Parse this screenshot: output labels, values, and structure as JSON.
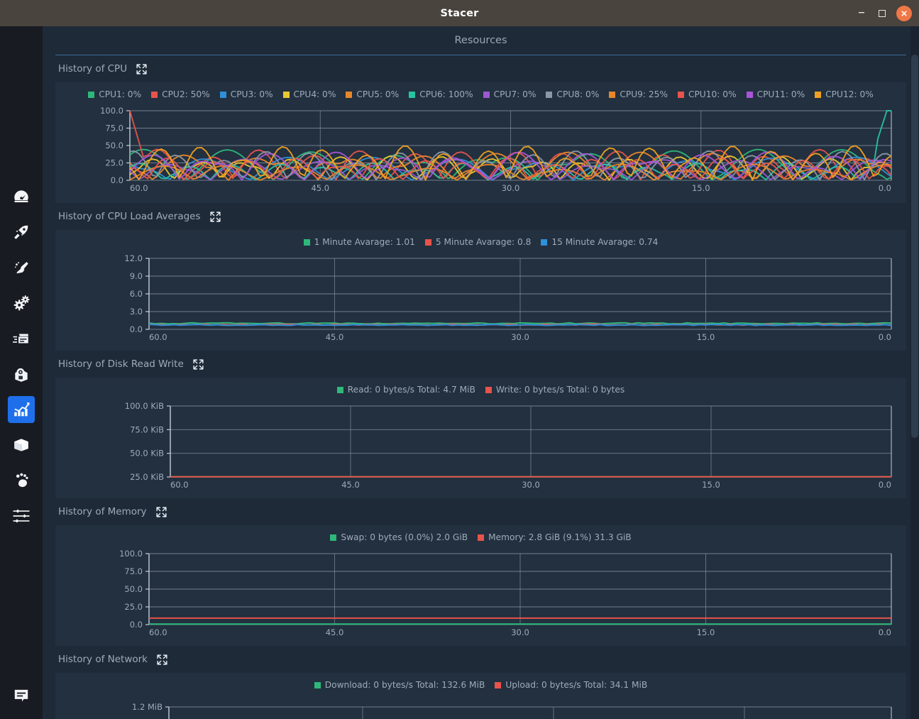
{
  "window": {
    "title": "Stacer",
    "minimize_label": "_",
    "maximize_label": "",
    "close_label": "✕"
  },
  "page": {
    "title": "Resources"
  },
  "sidebar": {
    "items": [
      {
        "name": "dashboard",
        "icon": "gauge-icon",
        "active": false
      },
      {
        "name": "startup-apps",
        "icon": "rocket-icon",
        "active": false
      },
      {
        "name": "system-cleaner",
        "icon": "broom-icon",
        "active": false
      },
      {
        "name": "services",
        "icon": "gears-icon",
        "active": false
      },
      {
        "name": "processes",
        "icon": "cards-icon",
        "active": false
      },
      {
        "name": "uninstaller",
        "icon": "disk-box-icon",
        "active": false
      },
      {
        "name": "resources",
        "icon": "bar-chart-icon",
        "active": true
      },
      {
        "name": "packages",
        "icon": "package-box-icon",
        "active": false
      },
      {
        "name": "gnome-settings",
        "icon": "gnome-foot-icon",
        "active": false
      },
      {
        "name": "helpers",
        "icon": "sliders-icon",
        "active": false
      }
    ],
    "bottom_item": {
      "name": "feedback",
      "icon": "message-icon"
    }
  },
  "colors": {
    "background": "#1e2a38",
    "panel": "#22303f",
    "sidebar": "#181c22",
    "titlebar": "#4a443f",
    "accent": "#1f6feb",
    "close": "#f07746",
    "text_muted": "#9fabb9",
    "grid": "#8a98a8",
    "green": "#2eb87a",
    "red": "#e8534b",
    "blue": "#2f8fd8",
    "yellow": "#e8c832",
    "orange": "#e8862b",
    "teal": "#27c4a0",
    "purple": "#9b59d0",
    "slate": "#8a98a8",
    "violet": "#a855d8",
    "amber": "#f0a020"
  },
  "sections": [
    {
      "id": "cpu",
      "title": "History of CPU",
      "expand_icon": "expand-icon",
      "chart_data": {
        "type": "line",
        "title": "History of CPU",
        "xlabel": "",
        "ylabel": "",
        "x_ticks": [
          "60.0",
          "45.0",
          "30.0",
          "15.0",
          "0.0"
        ],
        "y_ticks": [
          "100.0",
          "75.0",
          "50.0",
          "25.0",
          "0.0"
        ],
        "ylim": [
          0,
          100
        ],
        "xlim": [
          60,
          0
        ],
        "grid": true,
        "legend_position": "top-center",
        "series": [
          {
            "name": "CPU1",
            "label": "CPU1: 0%",
            "value": 0,
            "color": "#2eb87a"
          },
          {
            "name": "CPU2",
            "label": "CPU2: 50%",
            "value": 50,
            "color": "#e8534b"
          },
          {
            "name": "CPU3",
            "label": "CPU3: 0%",
            "value": 0,
            "color": "#2f8fd8"
          },
          {
            "name": "CPU4",
            "label": "CPU4: 0%",
            "value": 0,
            "color": "#e8c832"
          },
          {
            "name": "CPU5",
            "label": "CPU5: 0%",
            "value": 0,
            "color": "#e8862b"
          },
          {
            "name": "CPU6",
            "label": "CPU6: 100%",
            "value": 100,
            "color": "#27c4a0"
          },
          {
            "name": "CPU7",
            "label": "CPU7: 0%",
            "value": 0,
            "color": "#9b59d0"
          },
          {
            "name": "CPU8",
            "label": "CPU8: 0%",
            "value": 0,
            "color": "#8a98a8"
          },
          {
            "name": "CPU9",
            "label": "CPU9: 25%",
            "value": 25,
            "color": "#e8862b"
          },
          {
            "name": "CPU10",
            "label": "CPU10: 0%",
            "value": 0,
            "color": "#e8534b"
          },
          {
            "name": "CPU11",
            "label": "CPU11: 0%",
            "value": 0,
            "color": "#a855d8"
          },
          {
            "name": "CPU12",
            "label": "CPU12: 0%",
            "value": 0,
            "color": "#f0a020"
          }
        ]
      }
    },
    {
      "id": "load",
      "title": "History of CPU Load Averages",
      "expand_icon": "expand-icon",
      "chart_data": {
        "type": "line",
        "title": "History of CPU Load Averages",
        "x_ticks": [
          "60.0",
          "45.0",
          "30.0",
          "15.0",
          "0.0"
        ],
        "y_ticks": [
          "12.0",
          "9.0",
          "6.0",
          "3.0",
          "0.0"
        ],
        "ylim": [
          0,
          12
        ],
        "xlim": [
          60,
          0
        ],
        "grid": true,
        "legend_position": "top-center",
        "series": [
          {
            "name": "1 Minute Avarage",
            "label": "1 Minute Avarage: 1.01",
            "value": 1.01,
            "color": "#2eb87a"
          },
          {
            "name": "5 Minute Avarage",
            "label": "5 Minute Avarage: 0.8",
            "value": 0.8,
            "color": "#e8534b"
          },
          {
            "name": "15 Minute Avarage",
            "label": "15 Minute Avarage: 0.74",
            "value": 0.74,
            "color": "#2f8fd8"
          }
        ]
      }
    },
    {
      "id": "disk",
      "title": "History of Disk Read Write",
      "expand_icon": "expand-icon",
      "chart_data": {
        "type": "line",
        "title": "History of Disk Read Write",
        "x_ticks": [
          "60.0",
          "45.0",
          "30.0",
          "15.0",
          "0.0"
        ],
        "y_ticks": [
          "100.0 KiB",
          "75.0 KiB",
          "50.0 KiB",
          "25.0 KiB"
        ],
        "ylim": [
          0,
          100
        ],
        "xlim": [
          60,
          0
        ],
        "grid": true,
        "legend_position": "top-center",
        "series": [
          {
            "name": "Read",
            "label": "Read: 0 bytes/s Total: 4.7 MiB",
            "value": 0,
            "color": "#2eb87a"
          },
          {
            "name": "Write",
            "label": "Write: 0 bytes/s Total: 0 bytes",
            "value": 0,
            "color": "#e8534b"
          }
        ]
      }
    },
    {
      "id": "memory",
      "title": "History of Memory",
      "expand_icon": "expand-icon",
      "chart_data": {
        "type": "line",
        "title": "History of Memory",
        "x_ticks": [
          "60.0",
          "45.0",
          "30.0",
          "15.0",
          "0.0"
        ],
        "y_ticks": [
          "100.0",
          "75.0",
          "50.0",
          "25.0",
          "0.0"
        ],
        "ylim": [
          0,
          100
        ],
        "xlim": [
          60,
          0
        ],
        "grid": true,
        "legend_position": "top-center",
        "series": [
          {
            "name": "Swap",
            "label": "Swap: 0 bytes (0.0%) 2.0 GiB",
            "value": 0.0,
            "color": "#2eb87a"
          },
          {
            "name": "Memory",
            "label": "Memory: 2.8 GiB (9.1%) 31.3 GiB",
            "value": 9.1,
            "color": "#e8534b"
          }
        ]
      }
    },
    {
      "id": "network",
      "title": "History of Network",
      "expand_icon": "expand-icon",
      "chart_data": {
        "type": "line",
        "title": "History of Network",
        "x_ticks": [],
        "y_ticks": [
          "1.2 MiB"
        ],
        "grid": true,
        "legend_position": "top-center",
        "series": [
          {
            "name": "Download",
            "label": "Download: 0 bytes/s Total: 132.6 MiB",
            "value": 0,
            "color": "#2eb87a"
          },
          {
            "name": "Upload",
            "label": "Upload: 0 bytes/s Total: 34.1 MiB",
            "value": 0,
            "color": "#e8534b"
          }
        ]
      }
    }
  ]
}
